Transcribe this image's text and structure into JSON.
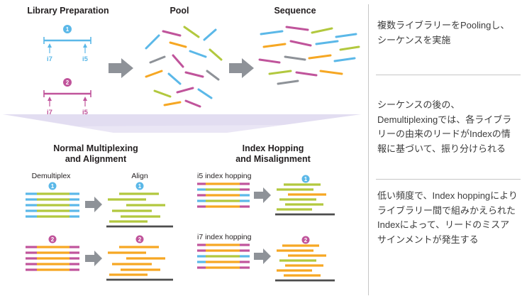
{
  "palette": {
    "blue": "#5bb8e8",
    "pink": "#c0549b",
    "green": "#b2c83e",
    "orange": "#f6a723",
    "gray": "#8e9298",
    "dark": "#4d4d4d",
    "funnel": "#d9d2ec"
  },
  "top": {
    "library_prep_title": "Library Preparation",
    "pool_title": "Pool",
    "sequence_title": "Sequence",
    "lib1_num": "1",
    "lib2_num": "2",
    "i7_label": "i7",
    "i5_label": "i5"
  },
  "bottom": {
    "normal_title_line1": "Normal Multiplexing",
    "normal_title_line2": "and Alignment",
    "hopping_title_line1": "Index Hopping",
    "hopping_title_line2": "and Misalignment",
    "demultiplex_label": "Demultiplex",
    "align_label": "Align",
    "i5_hopping_label": "i5 index hopping",
    "i7_hopping_label": "i7 index hopping",
    "num1": "1",
    "num2": "2"
  },
  "notes": {
    "note1": "複数ライブラリーをPoolingし、シーケンスを実施",
    "note2": "シーケンスの後の、Demultiplexingでは、各ライブラリーの由来のリードがIndexの情報に基づいて、振り分けられる",
    "note3": "低い頻度で、Index hoppingによりライブラリー間で組みかえられたIndexによって、リードのミスアサインメントが発生する"
  }
}
